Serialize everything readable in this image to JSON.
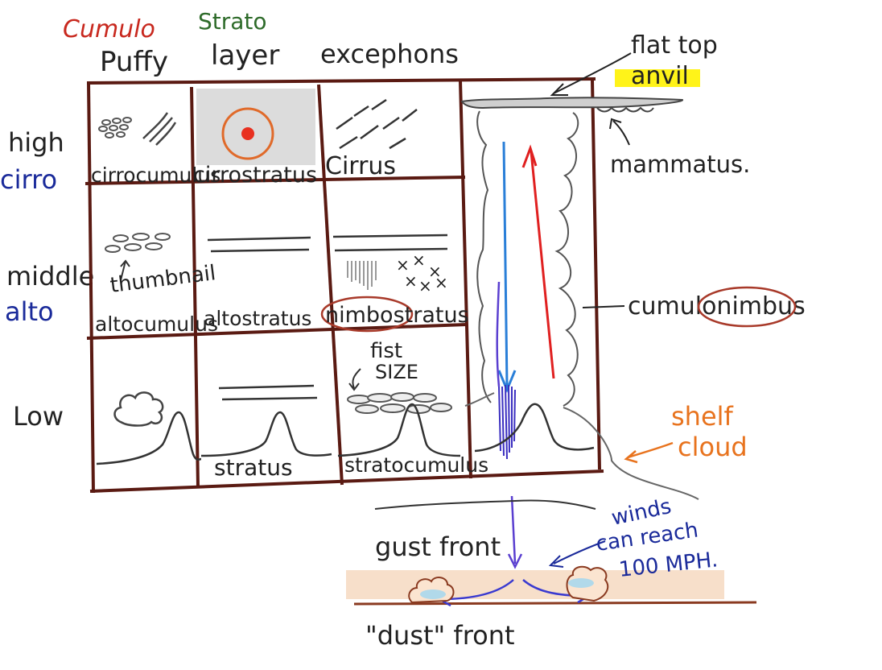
{
  "headers": {
    "cumulo": "Cumulo",
    "puffy": "Puffy",
    "strato": "Strato",
    "layer": "layer",
    "exceptions": "excephons"
  },
  "rows": {
    "high": "high",
    "cirro": "cirro",
    "middle": "middle",
    "alto": "alto",
    "low": "Low"
  },
  "cells": {
    "cirrocumulus": "cirrocumulus",
    "cirrostratus": "cirrostratus",
    "cirrus": "Cirrus",
    "altocumulus": "altocumulus",
    "thumbnail": "thumbnail",
    "altostratus": "altostratus",
    "nimbostratus": "nimbostratus",
    "fist": "fist",
    "size": "SIZE",
    "stratus": "stratus",
    "stratocumulus": "stratocumulus"
  },
  "annotations": {
    "flat_top": "flat top",
    "anvil": "anvil",
    "mammatus": "mammatus.",
    "cumulonimbus": "cumulonimbus",
    "shelf": "shelf",
    "cloud": "cloud",
    "gust_front": "gust front",
    "winds": "winds",
    "can_reach": "can reach",
    "mph": "100 MPH.",
    "dust_front": "\"dust\" front"
  },
  "colors": {
    "grid": "#5a1a12",
    "cumulo": "#c8281e",
    "strato": "#2e6b2a",
    "blue_label": "#1a2a9a",
    "ink": "#222222",
    "red_arrow": "#e02020",
    "blue_arrow": "#2a7fd8",
    "purple_arrow": "#5a3fd0",
    "orange": "#e8731e",
    "highlight": "#fff200",
    "sun": "#e83020",
    "halo": "#e06a2a"
  }
}
